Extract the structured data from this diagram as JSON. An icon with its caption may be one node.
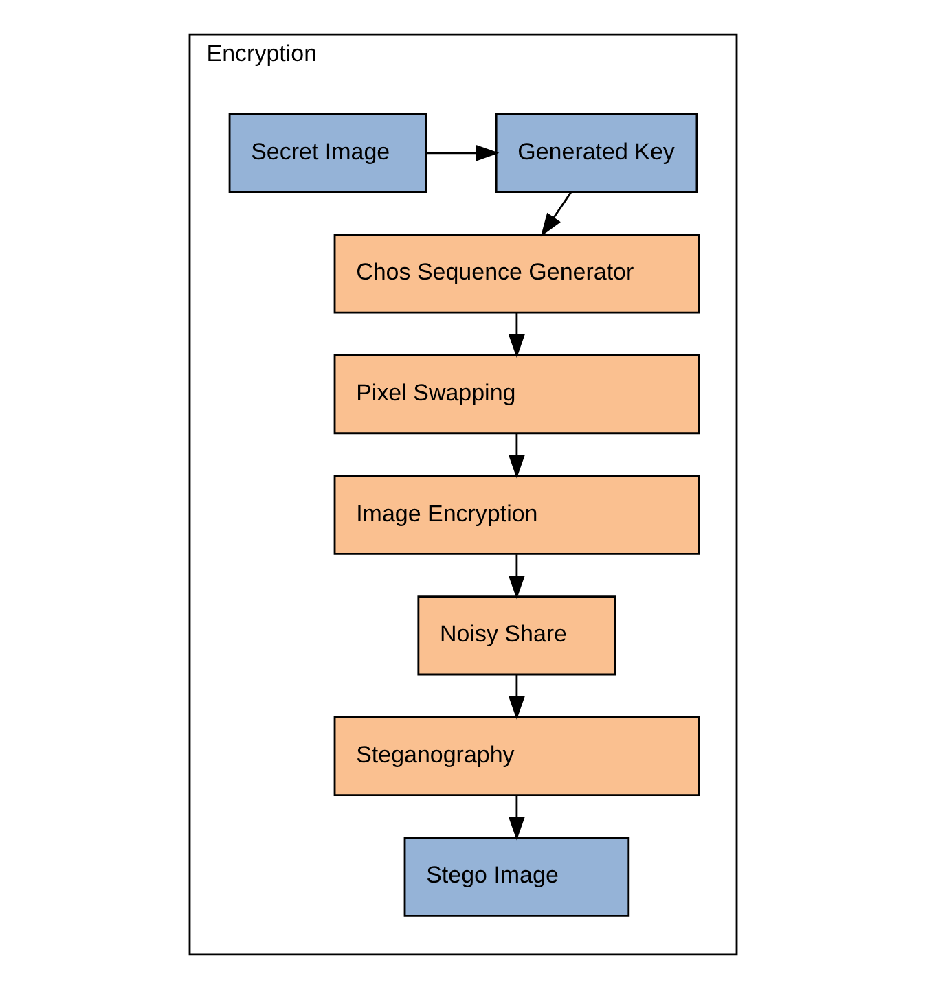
{
  "diagram": {
    "nodes": [
      {
        "text": [
          "Encryption"
        ]
      },
      {
        "text": [
          "Secret Image"
        ],
        "in": 0
      },
      {
        "text": [
          "Generated Key"
        ],
        "in": 0
      },
      {
        "text": [
          "Chos Sequence Generator"
        ],
        "in": 0
      },
      {
        "text": [
          "Pixel Swapping"
        ],
        "in": 0
      },
      {
        "text": [
          "Image Encryption"
        ],
        "in": 0
      },
      {
        "text": [
          "Noisy Share"
        ],
        "in": 0
      },
      {
        "text": [
          "Steganography"
        ],
        "in": 0
      },
      {
        "text": [
          "Stego Image"
        ],
        "in": 0
      }
    ],
    "edges": [
      {
        "from": 1,
        "to": 2,
        "arrow": "to"
      },
      {
        "from": 2,
        "to": 3,
        "arrow": "to"
      },
      {
        "from": 3,
        "to": 4,
        "arrow": "to"
      },
      {
        "from": 4,
        "to": 5,
        "arrow": "to"
      },
      {
        "from": 5,
        "to": 6,
        "arrow": "to"
      },
      {
        "from": 6,
        "to": 7,
        "arrow": "to"
      },
      {
        "from": 7,
        "to": 8,
        "arrow": "to"
      }
    ]
  }
}
